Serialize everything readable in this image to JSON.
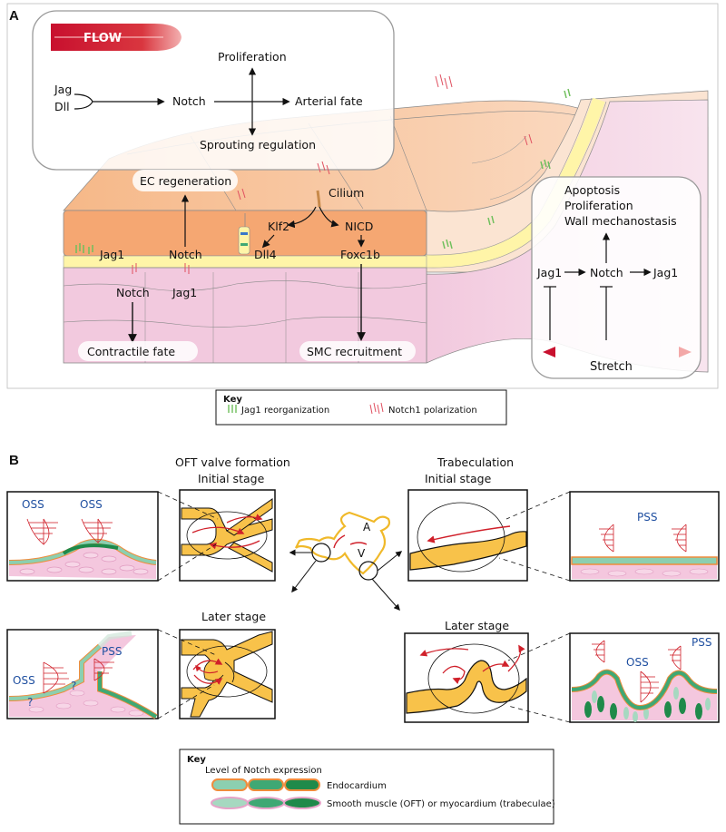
{
  "panel_a": {
    "letter": "A",
    "flow_label": "FLOW",
    "ligands": [
      "Jag",
      "Dll"
    ],
    "notch": "Notch",
    "proliferation": "Proliferation",
    "arterial_fate": "Arterial fate",
    "sprouting_regulation": "Sprouting regulation",
    "ec_regeneration": "EC regeneration",
    "cilium": "Cilium",
    "klf2": "Klf2",
    "nicd": "NICD",
    "dll4": "Dll4",
    "foxc1b": "Foxc1b",
    "jag1_ec": "Jag1",
    "notch_ec": "Notch",
    "notch_smc": "Notch",
    "jag1_smc": "Jag1",
    "contractile_fate": "Contractile fate",
    "smc_recruitment": "SMC recruitment",
    "apoptosis": "Apoptosis",
    "proliferation_right": "Proliferation",
    "wall_mechanostasis": "Wall mechanostasis",
    "jag1_right_left": "Jag1",
    "notch_right": "Notch",
    "jag1_right_right": "Jag1",
    "stretch": "Stretch",
    "key": {
      "title": "Key",
      "jag1_reorg": "Jag1 reorganization",
      "notch1_pol": "Notch1 polarization"
    }
  },
  "panel_b": {
    "letter": "B",
    "oft_title": "OFT valve formation",
    "oft_initial": "Initial stage",
    "oft_later": "Later stage",
    "trab_title": "Trabeculation",
    "trab_initial": "Initial stage",
    "trab_later": "Later stage",
    "oss_1": "OSS",
    "oss_2": "OSS",
    "pss_oft_later": "PSS",
    "oss_oft_later": "OSS",
    "question_1": "?",
    "question_2": "?",
    "pss_trab_initial": "PSS",
    "pss_trab_later": "PSS",
    "oss_trab_later": "OSS",
    "heart_a": "A",
    "heart_v": "V",
    "key": {
      "title": "Key",
      "subtitle": "Level of Notch expression",
      "endocardium": "Endocardium",
      "smooth_muscle": "Smooth muscle (OFT) or myocardium (trabeculae)"
    }
  },
  "colors": {
    "flow_red": "#c8102e",
    "ec_orange": "#f5a772",
    "bm_yellow": "#fff5a8",
    "smc_pink": "#f2c9de",
    "box_gray": "#9a9a9a",
    "valve_yellow": "#f8c24a",
    "endo_green_light": "#8ccfb0",
    "endo_green_mid": "#3fa874",
    "endo_green_dark": "#1f8a4a",
    "endo_outline": "#f08c3c",
    "muscle_pink_outline": "#e6a3c8",
    "stretch_red": "#c8102e"
  }
}
